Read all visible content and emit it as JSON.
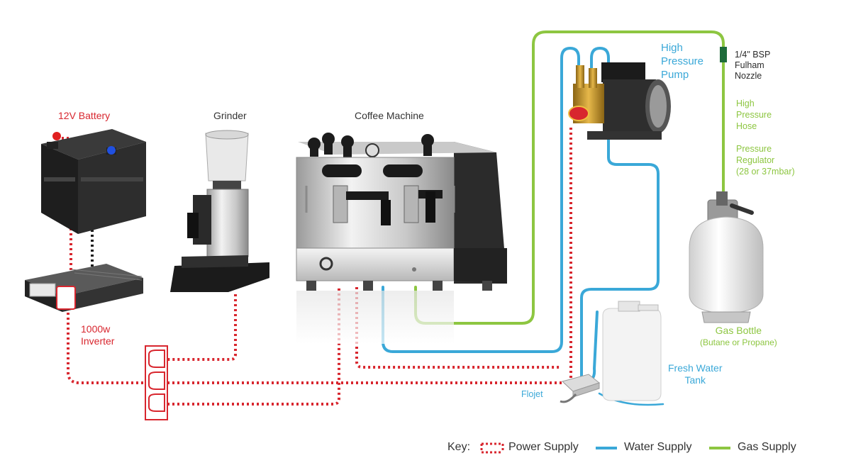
{
  "labels": {
    "battery": "12V Battery",
    "grinder": "Grinder",
    "coffee_machine": "Coffee Machine",
    "inverter_line1": "1000w",
    "inverter_line2": "Inverter",
    "pump_line1": "High",
    "pump_line2": "Pressure",
    "pump_line3": "Pump",
    "nozzle_line1": "1/4\" BSP",
    "nozzle_line2": "Fulham",
    "nozzle_line3": "Nozzle",
    "hose_line1": "High",
    "hose_line2": "Pressure",
    "hose_line3": "Hose",
    "regulator_line1": "Pressure",
    "regulator_line2": "Regulator",
    "regulator_line3": "(28 or 37mbar)",
    "gas_bottle_line1": "Gas Bottle",
    "gas_bottle_line2": "(Butane or Propane)",
    "water_tank_line1": "Fresh Water",
    "water_tank_line2": "Tank",
    "flojet": "Flojet"
  },
  "key": {
    "title": "Key:",
    "power": "Power Supply",
    "water": "Water Supply",
    "gas": "Gas Supply"
  },
  "colors": {
    "power": "#d8262e",
    "water": "#3aa8d8",
    "gas": "#8dc641",
    "nozzle": "#1e6b3a",
    "text": "#333333"
  }
}
